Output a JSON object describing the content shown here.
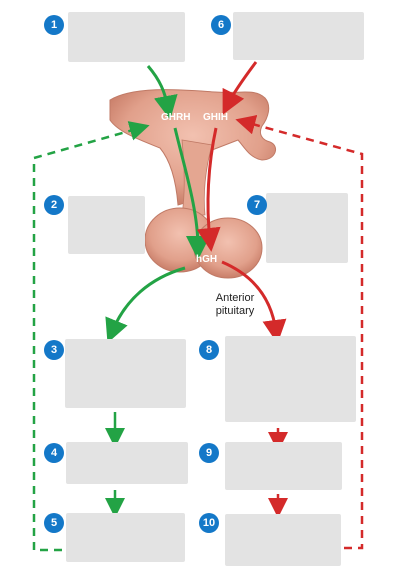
{
  "hormones": {
    "ghrh": "GHRH",
    "ghih": "GHIH",
    "hgh": "hGH"
  },
  "anterior_pituitary_label": [
    "Anterior",
    "pituitary"
  ],
  "badges": [
    "1",
    "2",
    "3",
    "4",
    "5",
    "6",
    "7",
    "8",
    "9",
    "10"
  ],
  "colors": {
    "badge": "#1478c8",
    "stimulate_arrow": "#23a345",
    "inhibit_arrow": "#d42a2a",
    "gland": "#e2a08c",
    "answer_box": "#e3e3e3"
  }
}
